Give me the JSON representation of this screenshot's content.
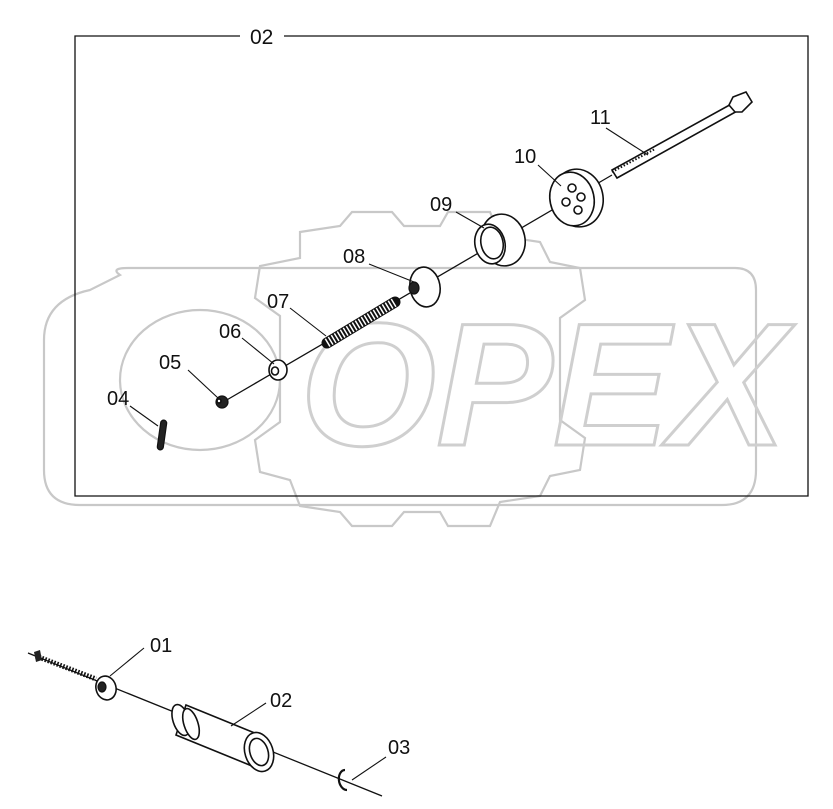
{
  "watermark": {
    "text": "OPEX",
    "color": "#cfcfcf"
  },
  "assembly_frame": {
    "label": "02"
  },
  "callouts_detail": [
    {
      "id": "04",
      "label": "04"
    },
    {
      "id": "05",
      "label": "05"
    },
    {
      "id": "06",
      "label": "06"
    },
    {
      "id": "07",
      "label": "07"
    },
    {
      "id": "08",
      "label": "08"
    },
    {
      "id": "09",
      "label": "09"
    },
    {
      "id": "10",
      "label": "10"
    },
    {
      "id": "11",
      "label": "11"
    }
  ],
  "callouts_main": [
    {
      "id": "01",
      "label": "01"
    },
    {
      "id": "02",
      "label": "02"
    },
    {
      "id": "03",
      "label": "03"
    }
  ]
}
